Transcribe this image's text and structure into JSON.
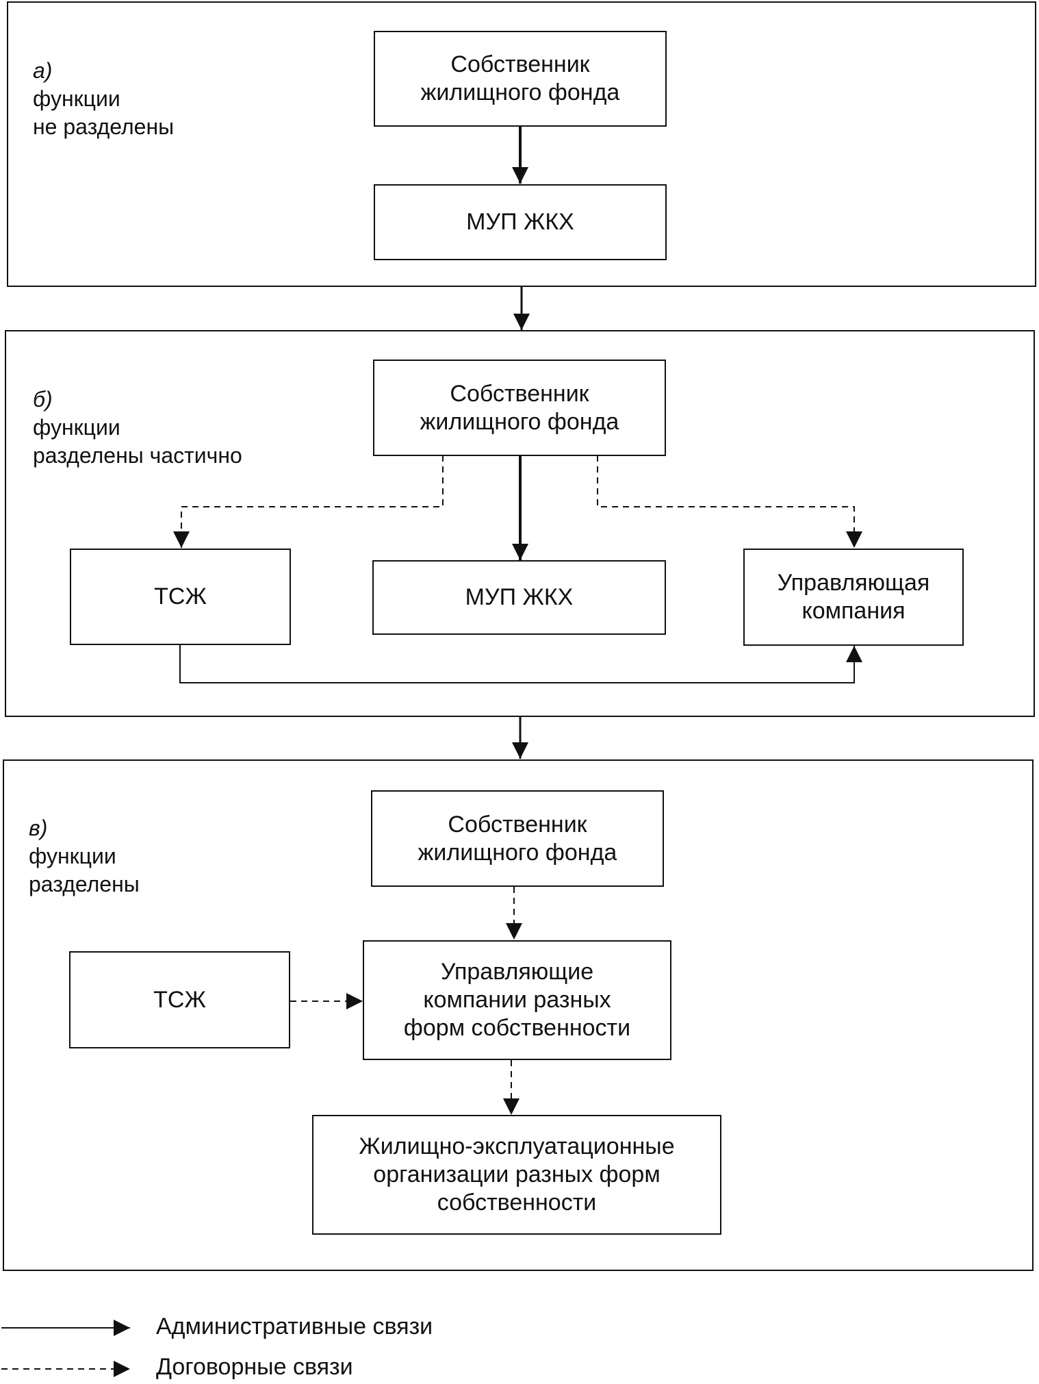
{
  "panels": [
    {
      "letter": "а)",
      "label": "функции\nне разделены",
      "nodes": {
        "owner": "Собственник\nжилищного фонда",
        "mup": "МУП ЖКХ"
      }
    },
    {
      "letter": "б)",
      "label": "функции\nразделены частично",
      "nodes": {
        "owner": "Собственник\nжилищного фонда",
        "tszh": "ТСЖ",
        "mup": "МУП ЖКХ",
        "uk": "Управляющая\nкомпания"
      }
    },
    {
      "letter": "в)",
      "label": "функции\nразделены",
      "nodes": {
        "owner": "Собственник\nжилищного фонда",
        "tszh": "ТСЖ",
        "uk": "Управляющие\nкомпании разных\nформ собственности",
        "zheo": "Жилищно-эксплуатационные\nорганизации разных форм\nсобственности"
      }
    }
  ],
  "legend": {
    "administrative": "Административные связи",
    "contractual": "Договорные связи"
  },
  "colors": {
    "ink": "#111111",
    "background": "#ffffff"
  }
}
